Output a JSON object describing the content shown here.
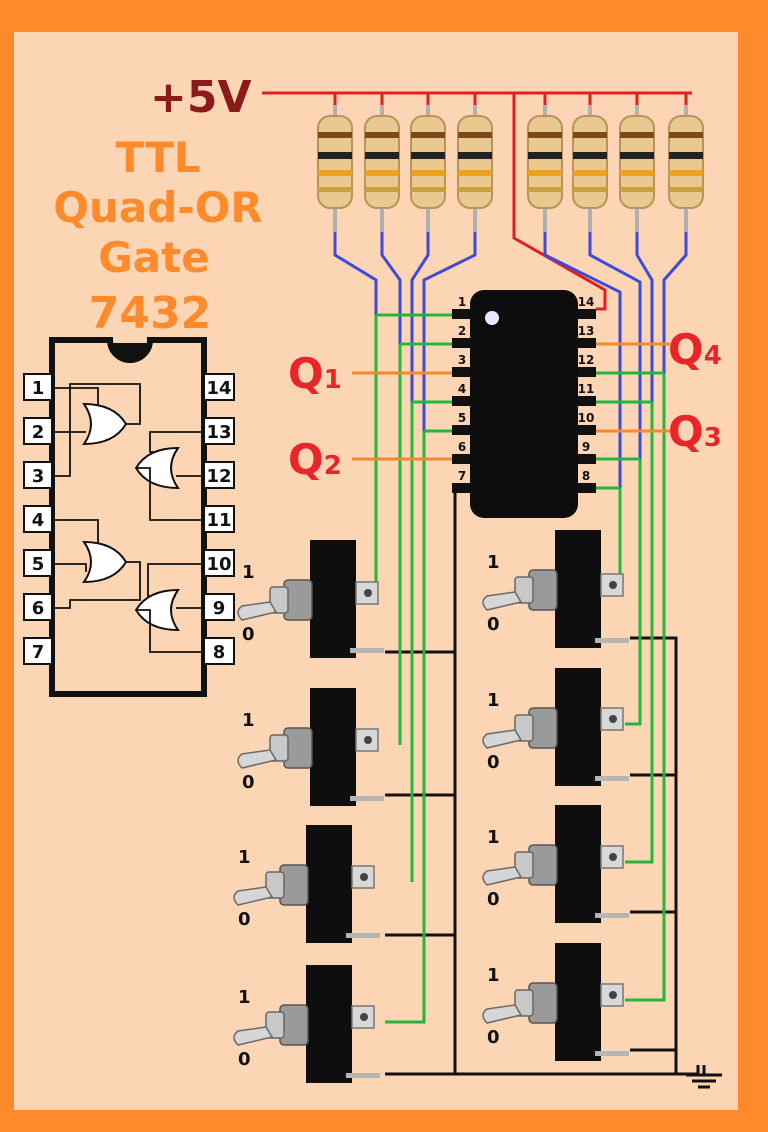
{
  "supply": {
    "label": "+5V"
  },
  "title": {
    "line1": "TTL",
    "line2": "Quad-OR",
    "line3": "Gate",
    "line4": "7432"
  },
  "chip": {
    "left_pins": [
      "1",
      "2",
      "3",
      "4",
      "5",
      "6",
      "7"
    ],
    "right_pins": [
      "14",
      "13",
      "12",
      "11",
      "10",
      "9",
      "8"
    ]
  },
  "pinout": {
    "left_pins": [
      "1",
      "2",
      "3",
      "4",
      "5",
      "6",
      "7"
    ],
    "right_pins": [
      "14",
      "13",
      "12",
      "11",
      "10",
      "9",
      "8"
    ]
  },
  "outputs": [
    {
      "letter": "Q",
      "sub": "1"
    },
    {
      "letter": "Q",
      "sub": "2"
    },
    {
      "letter": "Q",
      "sub": "4"
    },
    {
      "letter": "Q",
      "sub": "3"
    }
  ],
  "switch_labels": {
    "on": "1",
    "off": "0"
  },
  "colors": {
    "frame": "#ff8a2b",
    "background": "#fcd5b5",
    "title": "#ff8a2b",
    "supply_label": "#8b1a1a",
    "output_label": "#e8262a",
    "vcc_wire": "#e02020",
    "resistor_wire": "#3c4bd8",
    "switch_wire": "#22b73a",
    "output_wire": "#f28a2e",
    "ground_wire": "#111111"
  }
}
